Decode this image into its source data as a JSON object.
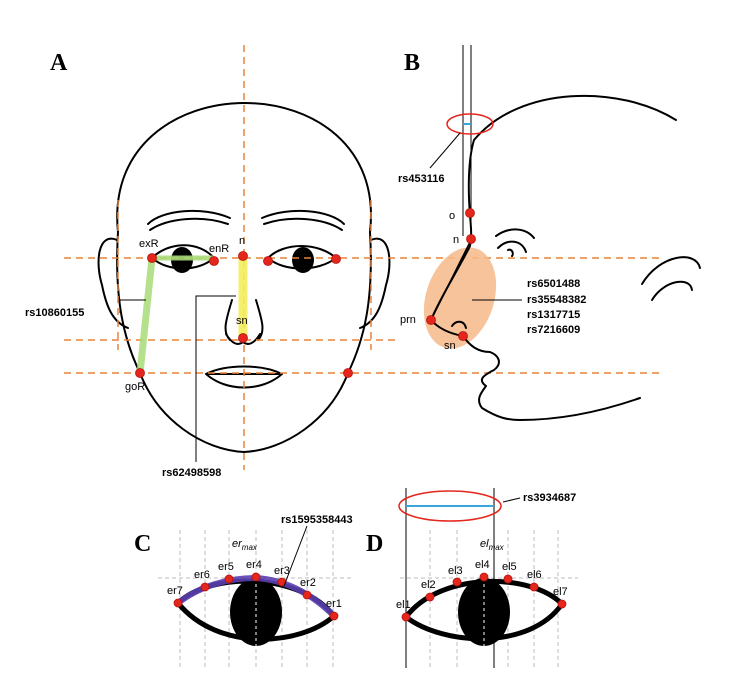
{
  "panels": {
    "a": "A",
    "b": "B",
    "c": "C",
    "d": "D"
  },
  "landmarks_a": {
    "exR": "exR",
    "enR": "enR",
    "n": "n",
    "sn": "sn",
    "goR": "goR"
  },
  "landmarks_b": {
    "o": "o",
    "n": "n",
    "prn": "prn",
    "sn": "sn"
  },
  "snps": {
    "rs10860155": "rs10860155",
    "rs62498598": "rs62498598",
    "rs453116": "rs453116",
    "nose_group": [
      "rs6501488",
      "rs35548382",
      "rs1317715",
      "rs7216609"
    ],
    "rs1595358443": "rs1595358443",
    "rs3934687": "rs3934687"
  },
  "eye_c": {
    "max_main": "er",
    "max_sub": "max",
    "points": [
      "er7",
      "er6",
      "er5",
      "er4",
      "er3",
      "er2",
      "er1"
    ]
  },
  "eye_d": {
    "max_main": "el",
    "max_sub": "max",
    "points": [
      "el1",
      "el2",
      "el3",
      "el4",
      "el5",
      "el6",
      "el7"
    ]
  },
  "colors": {
    "guide_dash": "#e8843a",
    "landmark_point": "#e5261d",
    "green_segment": "#a9dc7a",
    "yellow_segment": "#f3ee5e",
    "nose_region": "#f6b98a",
    "highlight_ellipse": "#e5261d",
    "measure_line": "#3aa6d9",
    "eyelid_curve": "#5b3fb0"
  }
}
